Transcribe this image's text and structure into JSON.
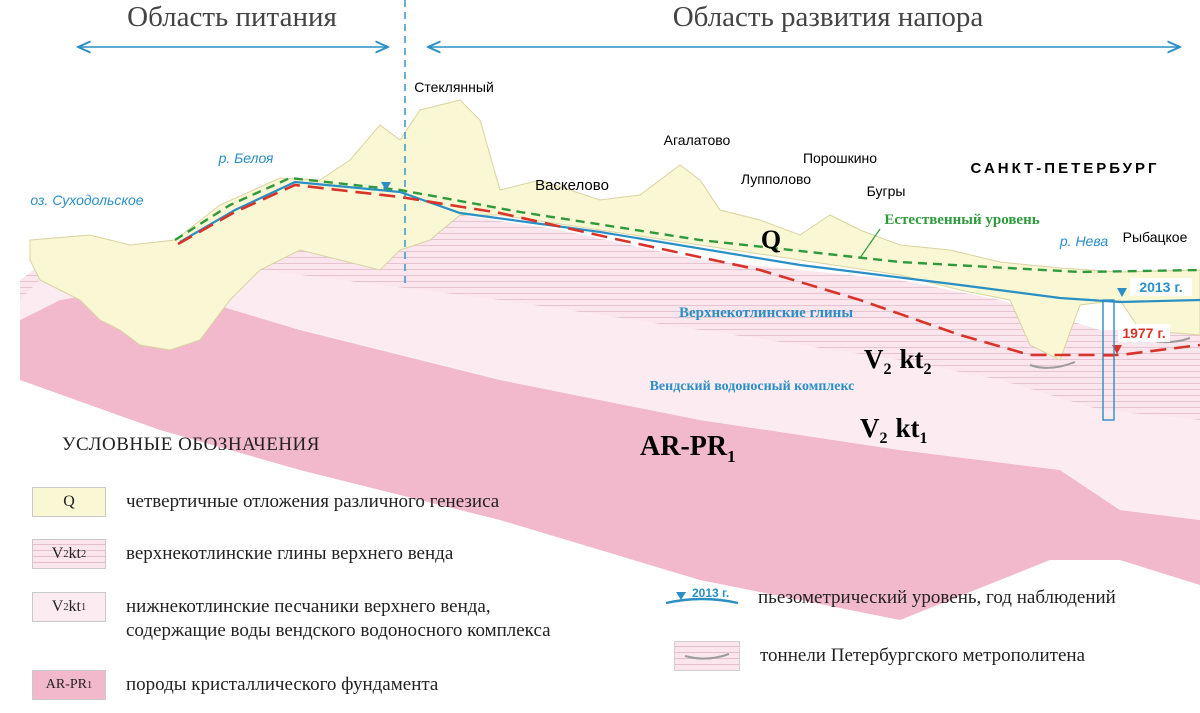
{
  "zones": {
    "recharge": "Область питания",
    "pressure": "Область развития напора"
  },
  "places": {
    "steklyanny": "Стеклянный",
    "belaya": "р. Белоя",
    "sukhodolskoe": "оз. Суходольское",
    "vaskelovo": "Васкелово",
    "agalatovo": "Агалатово",
    "lupolovo": "Лупполово",
    "poroshkino": "Порошкино",
    "bugry": "Бугры",
    "spb": "САНКТ-ПЕТЕРБУРГ",
    "neva": "р. Нева",
    "rybatskoe": "Рыбацкое"
  },
  "labels": {
    "natural_level": "Естественный уровень",
    "level_2013": "2013 г.",
    "level_1977": "1977 г.",
    "upper_clays": "Верхнекотлинские глины",
    "vendian_complex": "Вендский водоносный комплекс",
    "q": "Q",
    "v": "V",
    "v_sub": "2",
    "kt": "kt",
    "kt2_sub": "2",
    "kt1_sub": "1",
    "ar": "AR-PR",
    "ar_sub": "1"
  },
  "legend": {
    "title": "УСЛОВНЫЕ ОБОЗНАЧЕНИЯ",
    "items": [
      {
        "code": "Q",
        "text": "четвертичные отложения различного генезиса"
      },
      {
        "code": "V",
        "code_sub1": "2",
        "code_mid": "kt",
        "code_sub2": "2",
        "text": "верхнекотлинские глины верхнего венда"
      },
      {
        "code": "V",
        "code_sub1": "2",
        "code_mid": "kt",
        "code_sub2": "1",
        "text_line1": "нижнекотлинские песчаники верхнего венда,",
        "text_line2": "содержащие воды вендского водоносного комплекса"
      },
      {
        "code": "AR-PR",
        "code_sub": "1",
        "text": "породы кристаллического фундамента"
      }
    ],
    "piezo_tag": "2013 г.",
    "piezo_text": "пьезометрический уровень, год наблюдений",
    "tunnel_text": "тоннели Петербургского метрополитена"
  },
  "colors": {
    "quaternary": "#faf7d4",
    "upper_clay": "#fbe6ee",
    "sandstone": "#fcecf2",
    "basement": "#f2b8cc",
    "natural_level": "#2e9a3c",
    "level_2013": "#2a8fc4",
    "level_1977": "#d8342a",
    "zone_text": "#444444",
    "zone_arrow": "#2a8fc4"
  }
}
